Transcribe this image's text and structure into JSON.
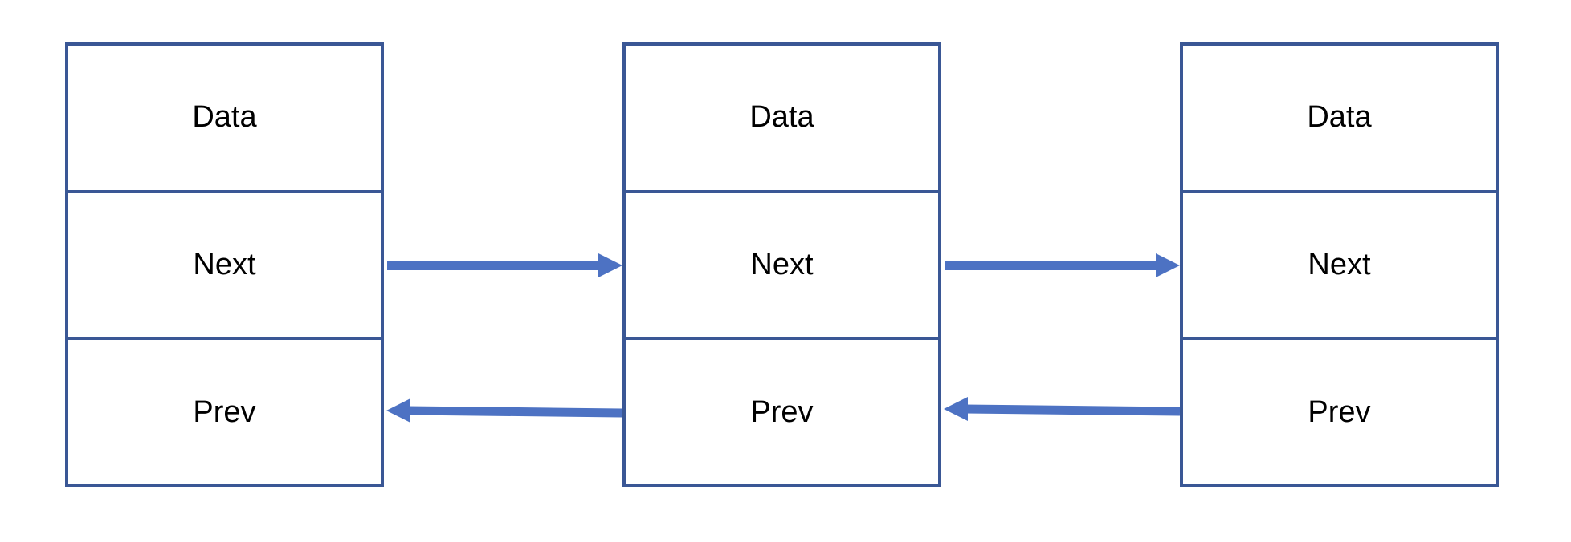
{
  "colors": {
    "border": "#3a5795",
    "arrow": "#4d72c3",
    "background": "#ffffff"
  },
  "nodes": [
    {
      "data_label": "Data",
      "next_label": "Next",
      "prev_label": "Prev"
    },
    {
      "data_label": "Data",
      "next_label": "Next",
      "prev_label": "Prev"
    },
    {
      "data_label": "Data",
      "next_label": "Next",
      "prev_label": "Prev"
    }
  ],
  "links": [
    {
      "type": "next",
      "from_node": 1,
      "to_node": 2
    },
    {
      "type": "next",
      "from_node": 2,
      "to_node": 3
    },
    {
      "type": "prev",
      "from_node": 2,
      "to_node": 1
    },
    {
      "type": "prev",
      "from_node": 3,
      "to_node": 2
    }
  ]
}
